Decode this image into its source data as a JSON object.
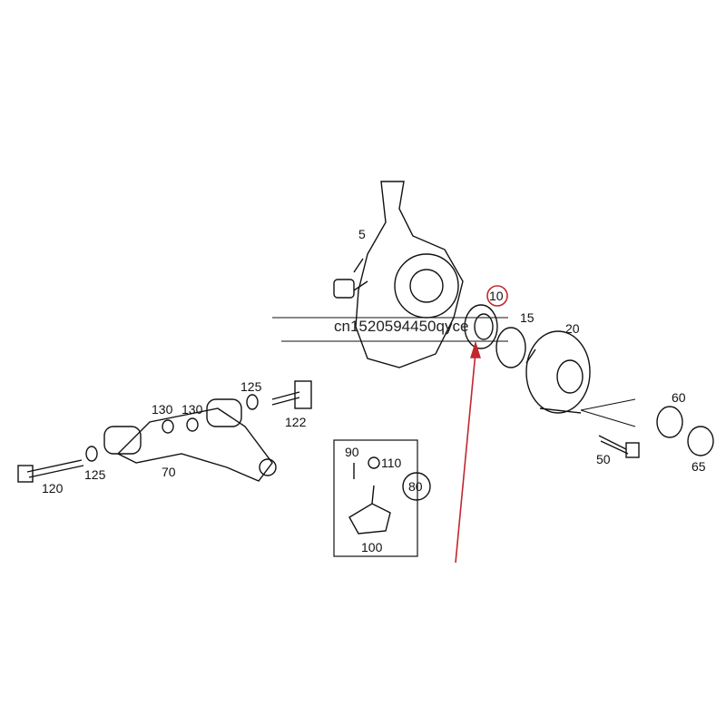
{
  "parts": [
    {
      "id": "knuckle",
      "label": "5"
    },
    {
      "id": "bearing",
      "label": "10",
      "highlighted": true
    },
    {
      "id": "circlip",
      "label": "15"
    },
    {
      "id": "hub",
      "label": "20"
    },
    {
      "id": "hub-bolt",
      "label": "50"
    },
    {
      "id": "nut",
      "label": "60"
    },
    {
      "id": "cap",
      "label": "65"
    },
    {
      "id": "control-arm",
      "label": "70"
    },
    {
      "id": "ball-joint-kit",
      "label": "80"
    },
    {
      "id": "screw",
      "label": "90"
    },
    {
      "id": "ball-joint",
      "label": "100"
    },
    {
      "id": "kit-nut",
      "label": "110"
    },
    {
      "id": "bolt-front",
      "label": "120"
    },
    {
      "id": "bolt-rear",
      "label": "122"
    },
    {
      "id": "washer-front",
      "label": "125"
    },
    {
      "id": "washer-rear",
      "label": "125"
    },
    {
      "id": "bushing-a",
      "label": "130"
    },
    {
      "id": "bushing-b",
      "label": "130"
    }
  ],
  "watermark": "cn1520594450qyce",
  "colors": {
    "highlight": "#c0272d",
    "line": "#111111"
  }
}
